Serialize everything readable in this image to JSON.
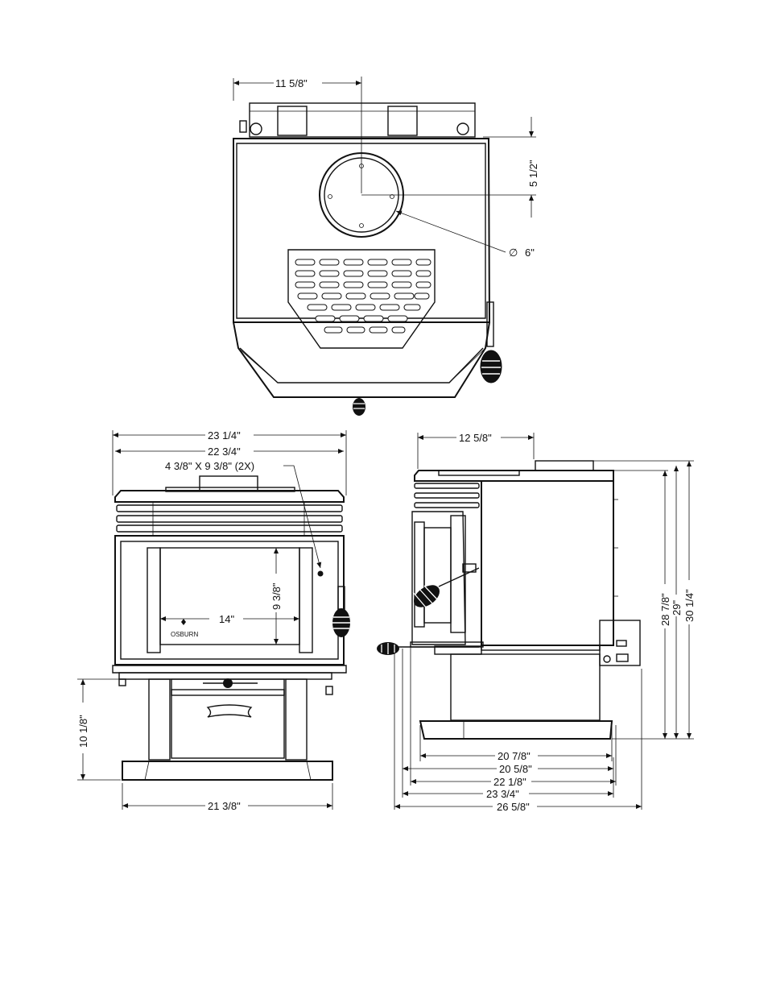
{
  "dimensions": {
    "top_flue_offset": "11 5/8\"",
    "top_flue_depth": "5 1/2\"",
    "flue_diameter_symbol": "∅",
    "flue_diameter": "6\"",
    "front_overall_width": "23 1/4\"",
    "front_body_width": "22 3/4\"",
    "front_opening": "4 3/8\" X 9 3/8\" (2X)",
    "front_glass_height": "9 3/8\"",
    "front_glass_width": "14\"",
    "front_pedestal_height": "10 1/8\"",
    "front_base_width": "21 3/8\"",
    "side_flue_offset": "12 5/8\"",
    "side_height_1": "28 7/8\"",
    "side_height_2": "29\"",
    "side_height_3": "30 1/4\"",
    "side_depth_1": "20 7/8\"",
    "side_depth_2": "20 5/8\"",
    "side_depth_3": "22 1/8\"",
    "side_depth_4": "23 3/4\"",
    "side_depth_5": "26 5/8\""
  },
  "branding": {
    "logo_text": "OSBURN"
  }
}
